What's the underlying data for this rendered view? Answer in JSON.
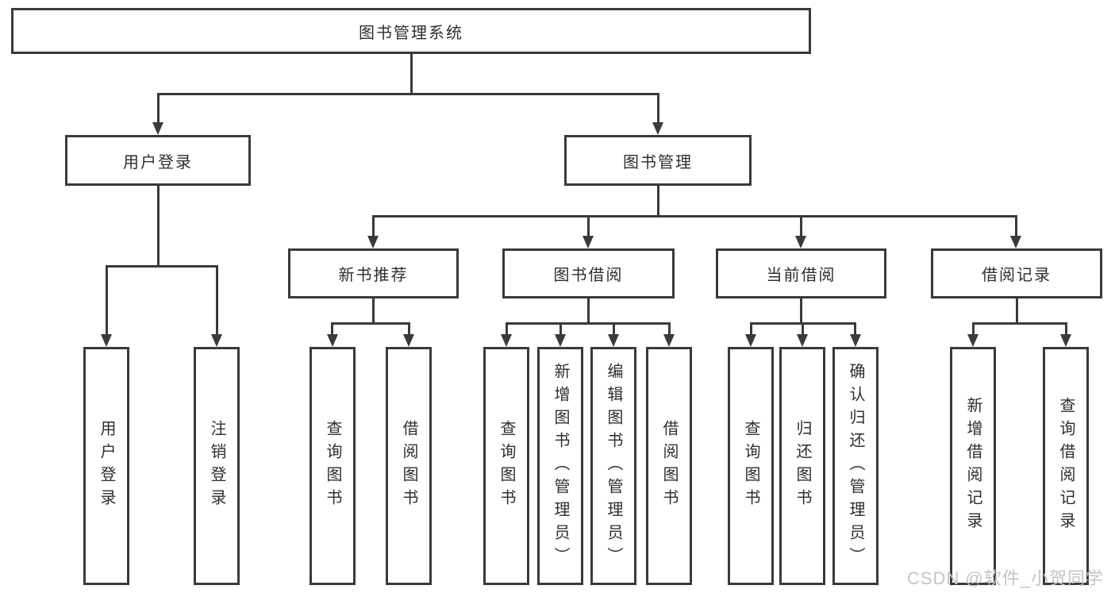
{
  "tree": {
    "root": "图书管理系统",
    "children": [
      {
        "label": "用户登录",
        "children": [
          "用户登录",
          "注销登录"
        ]
      },
      {
        "label": "图书管理",
        "children": [
          {
            "label": "新书推荐",
            "children": [
              "查询图书",
              "借阅图书"
            ]
          },
          {
            "label": "图书借阅",
            "children": [
              "查询图书",
              "新增图书（管理员）",
              "编辑图书（管理员）",
              "借阅图书"
            ]
          },
          {
            "label": "当前借阅",
            "children": [
              "查询图书",
              "归还图书",
              "确认归还（管理员）"
            ]
          },
          {
            "label": "借阅记录",
            "children": [
              "新增借阅记录",
              "查询借阅记录"
            ]
          }
        ]
      }
    ]
  },
  "watermark": "CSDN @软件_小贺同学",
  "colors": {
    "line": "#3a3a3a",
    "text": "#2e2e2e",
    "watermark": "#c4c4c4"
  }
}
